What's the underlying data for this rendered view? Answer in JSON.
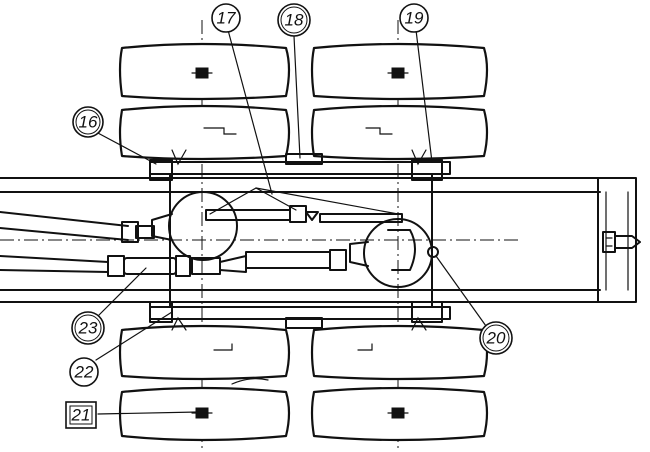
{
  "callouts": [
    {
      "id": "c16",
      "label": "16",
      "shape": "double-circle"
    },
    {
      "id": "c17",
      "label": "17",
      "shape": "circle"
    },
    {
      "id": "c18",
      "label": "18",
      "shape": "double-circle"
    },
    {
      "id": "c19",
      "label": "19",
      "shape": "circle"
    },
    {
      "id": "c20",
      "label": "20",
      "shape": "double-circle"
    },
    {
      "id": "c21",
      "label": "21",
      "shape": "double-square"
    },
    {
      "id": "c22",
      "label": "22",
      "shape": "circle"
    },
    {
      "id": "c23",
      "label": "23",
      "shape": "double-circle"
    }
  ],
  "colors": {
    "ink": "#111111",
    "paper": "#ffffff"
  }
}
